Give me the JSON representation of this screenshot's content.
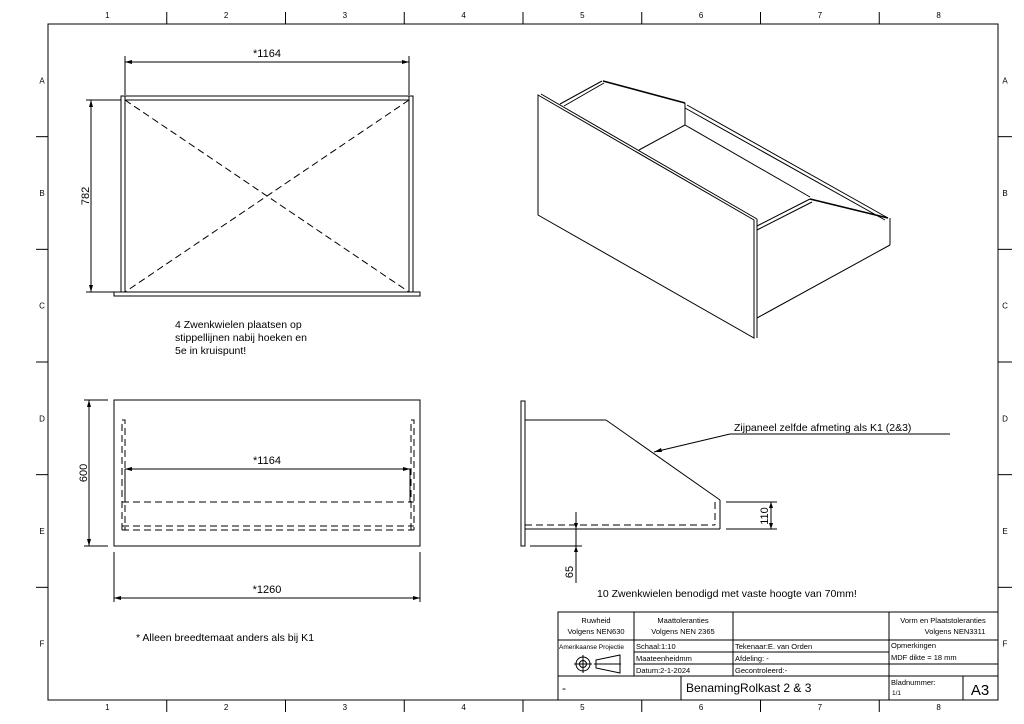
{
  "zones": {
    "columns": [
      "1",
      "2",
      "3",
      "4",
      "5",
      "6",
      "7",
      "8"
    ],
    "rows": [
      "A",
      "B",
      "C",
      "D",
      "E",
      "F"
    ]
  },
  "top_view": {
    "width_dim": "*1164",
    "height_dim": "782",
    "note_lines": [
      "4 Zwenkwielen plaatsen op",
      "stippellijnen nabij hoeken en",
      "5e in kruispunt!"
    ]
  },
  "front_view": {
    "height_dim": "600",
    "inner_width_dim": "*1164",
    "outer_width_dim": "*1260",
    "note": "* Alleen breedtemaat anders als bij K1"
  },
  "side_view": {
    "callout": "Zijpaneel zelfde afmeting als K1 (2&3)",
    "dim_110": "110",
    "dim_65": "65",
    "note": "10 Zwenkwielen benodigd met vaste hoogte van 70mm!"
  },
  "title_block": {
    "ruwheid_1": "Ruwheid",
    "ruwheid_2": "Volgens NEN630",
    "maat_1": "Maattoleranties",
    "maat_2": "Volgens NEN 2365",
    "vorm_1": "Vorm en Plaatstoleranties",
    "vorm_2": "Volgens NEN3311",
    "projectie": "Amerikaanse Projectie",
    "schaal": "Schaal:1:10",
    "maateenheid": "Maateenheidmm",
    "datum": "Datum:2-1-2024",
    "tekenaar": "Tekenaar:E. van Orden",
    "afdeling": "Afdeling: -",
    "gecontroleerd": "Gecontroleerd:-",
    "opmerkingen": "Opmerkingen",
    "mdf": "MDF dikte = 18 mm",
    "dash": "-",
    "benaming": "BenamingRolkast 2 & 3",
    "bladnummer": "Bladnummer:",
    "blad": "1/1",
    "format": "A3"
  }
}
